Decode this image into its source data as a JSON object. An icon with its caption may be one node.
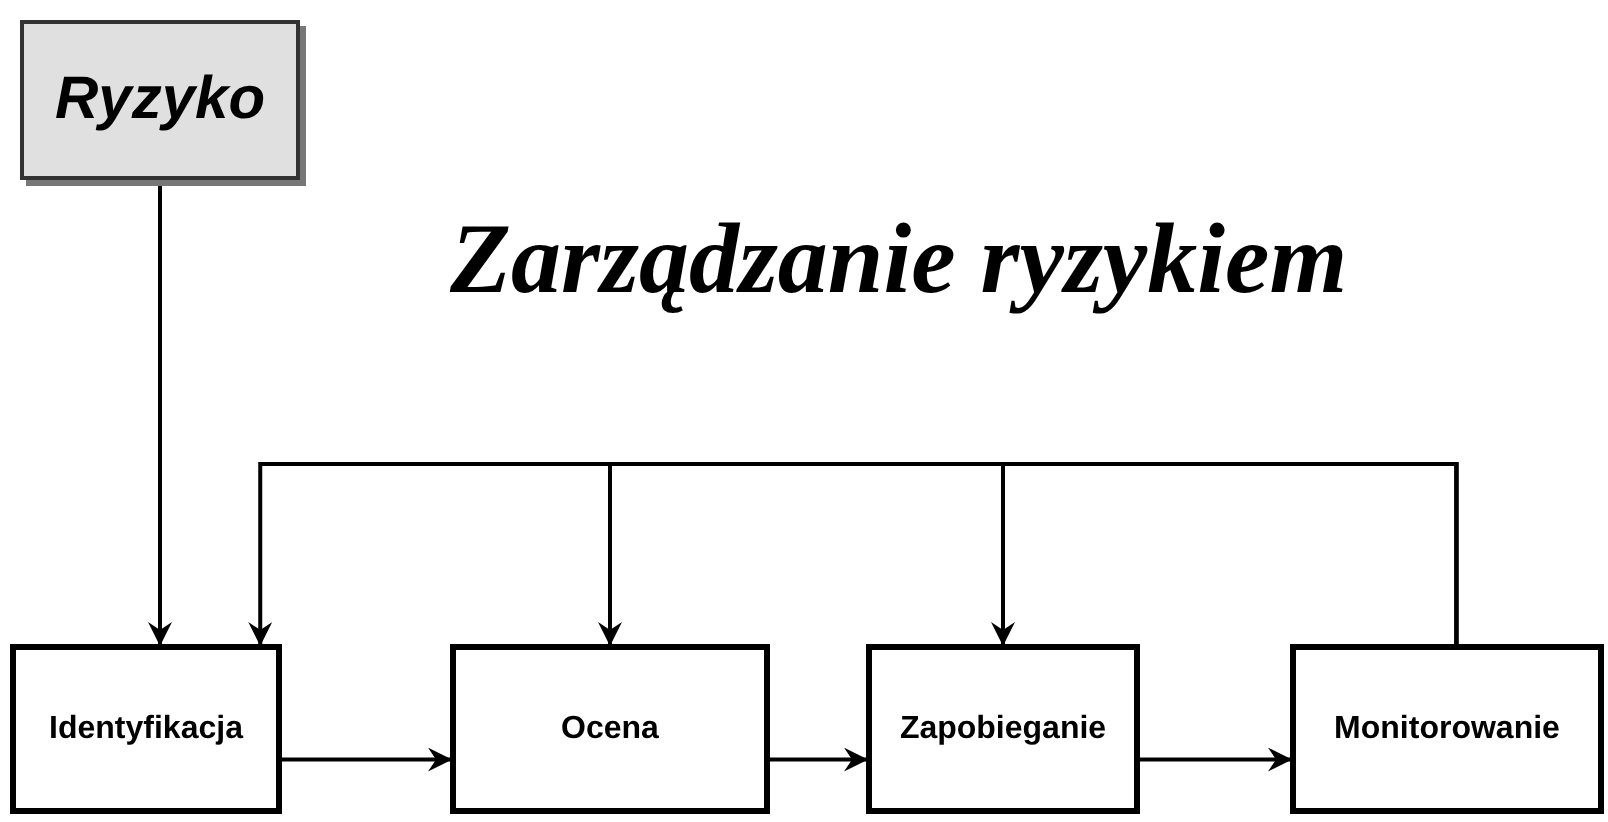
{
  "diagram": {
    "title": "Zarządzanie ryzykiem",
    "nodes": [
      {
        "text": [
          "Ryzyko"
        ]
      },
      {
        "text": [
          "Identyfikacja"
        ]
      },
      {
        "text": [
          "Ocena"
        ]
      },
      {
        "text": [
          "Zapobieganie"
        ]
      },
      {
        "text": [
          "Monitorowanie"
        ]
      }
    ],
    "edges": [
      {
        "from": 0,
        "to": 1,
        "arrow": "to"
      },
      {
        "from": 1,
        "to": 2,
        "arrow": "to"
      },
      {
        "from": 2,
        "to": 3,
        "arrow": "to"
      },
      {
        "from": 3,
        "to": 4,
        "arrow": "to"
      },
      {
        "from": 4,
        "to": 1,
        "arrow": "to"
      },
      {
        "from": 4,
        "to": 2,
        "arrow": "to"
      },
      {
        "from": 4,
        "to": 3,
        "arrow": "to"
      }
    ]
  }
}
